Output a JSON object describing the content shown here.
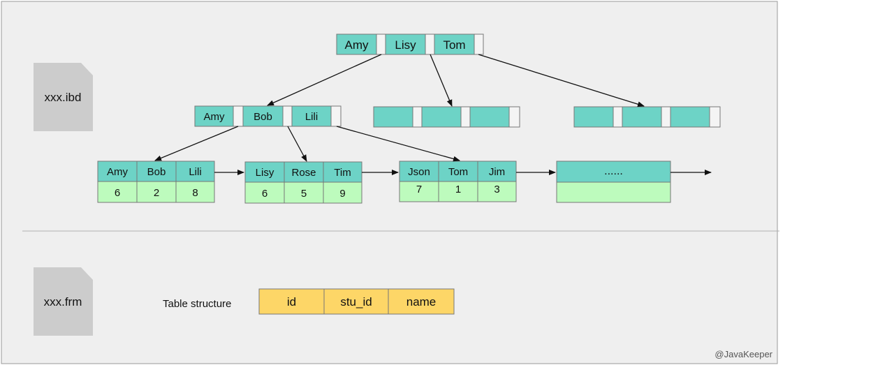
{
  "files": {
    "ibd": "xxx.ibd",
    "frm": "xxx.frm"
  },
  "root_keys": [
    "Amy",
    "Lisy",
    "Tom"
  ],
  "internal_keys": [
    "Amy",
    "Bob",
    "Lili"
  ],
  "leaves": [
    {
      "keys": [
        "Amy",
        "Bob",
        "Lili"
      ],
      "values": [
        "6",
        "2",
        "8"
      ]
    },
    {
      "keys": [
        "Lisy",
        "Rose",
        "Tim"
      ],
      "values": [
        "6",
        "5",
        "9"
      ]
    },
    {
      "keys": [
        "Json",
        "Tom",
        "Jim"
      ],
      "values": [
        "7",
        "1",
        "3"
      ]
    }
  ],
  "leaf_more": "......",
  "table_structure": {
    "label": "Table structure",
    "columns": [
      "id",
      "stu_id",
      "name"
    ]
  },
  "credit": "@JavaKeeper",
  "colors": {
    "key_fill": "#6dd3c6",
    "value_fill": "#bdfbbd",
    "column_fill": "#fdd667",
    "pointer_fill": "#f4f4f4",
    "panel_bg": "#efefef",
    "file_icon": "#cccccc"
  }
}
